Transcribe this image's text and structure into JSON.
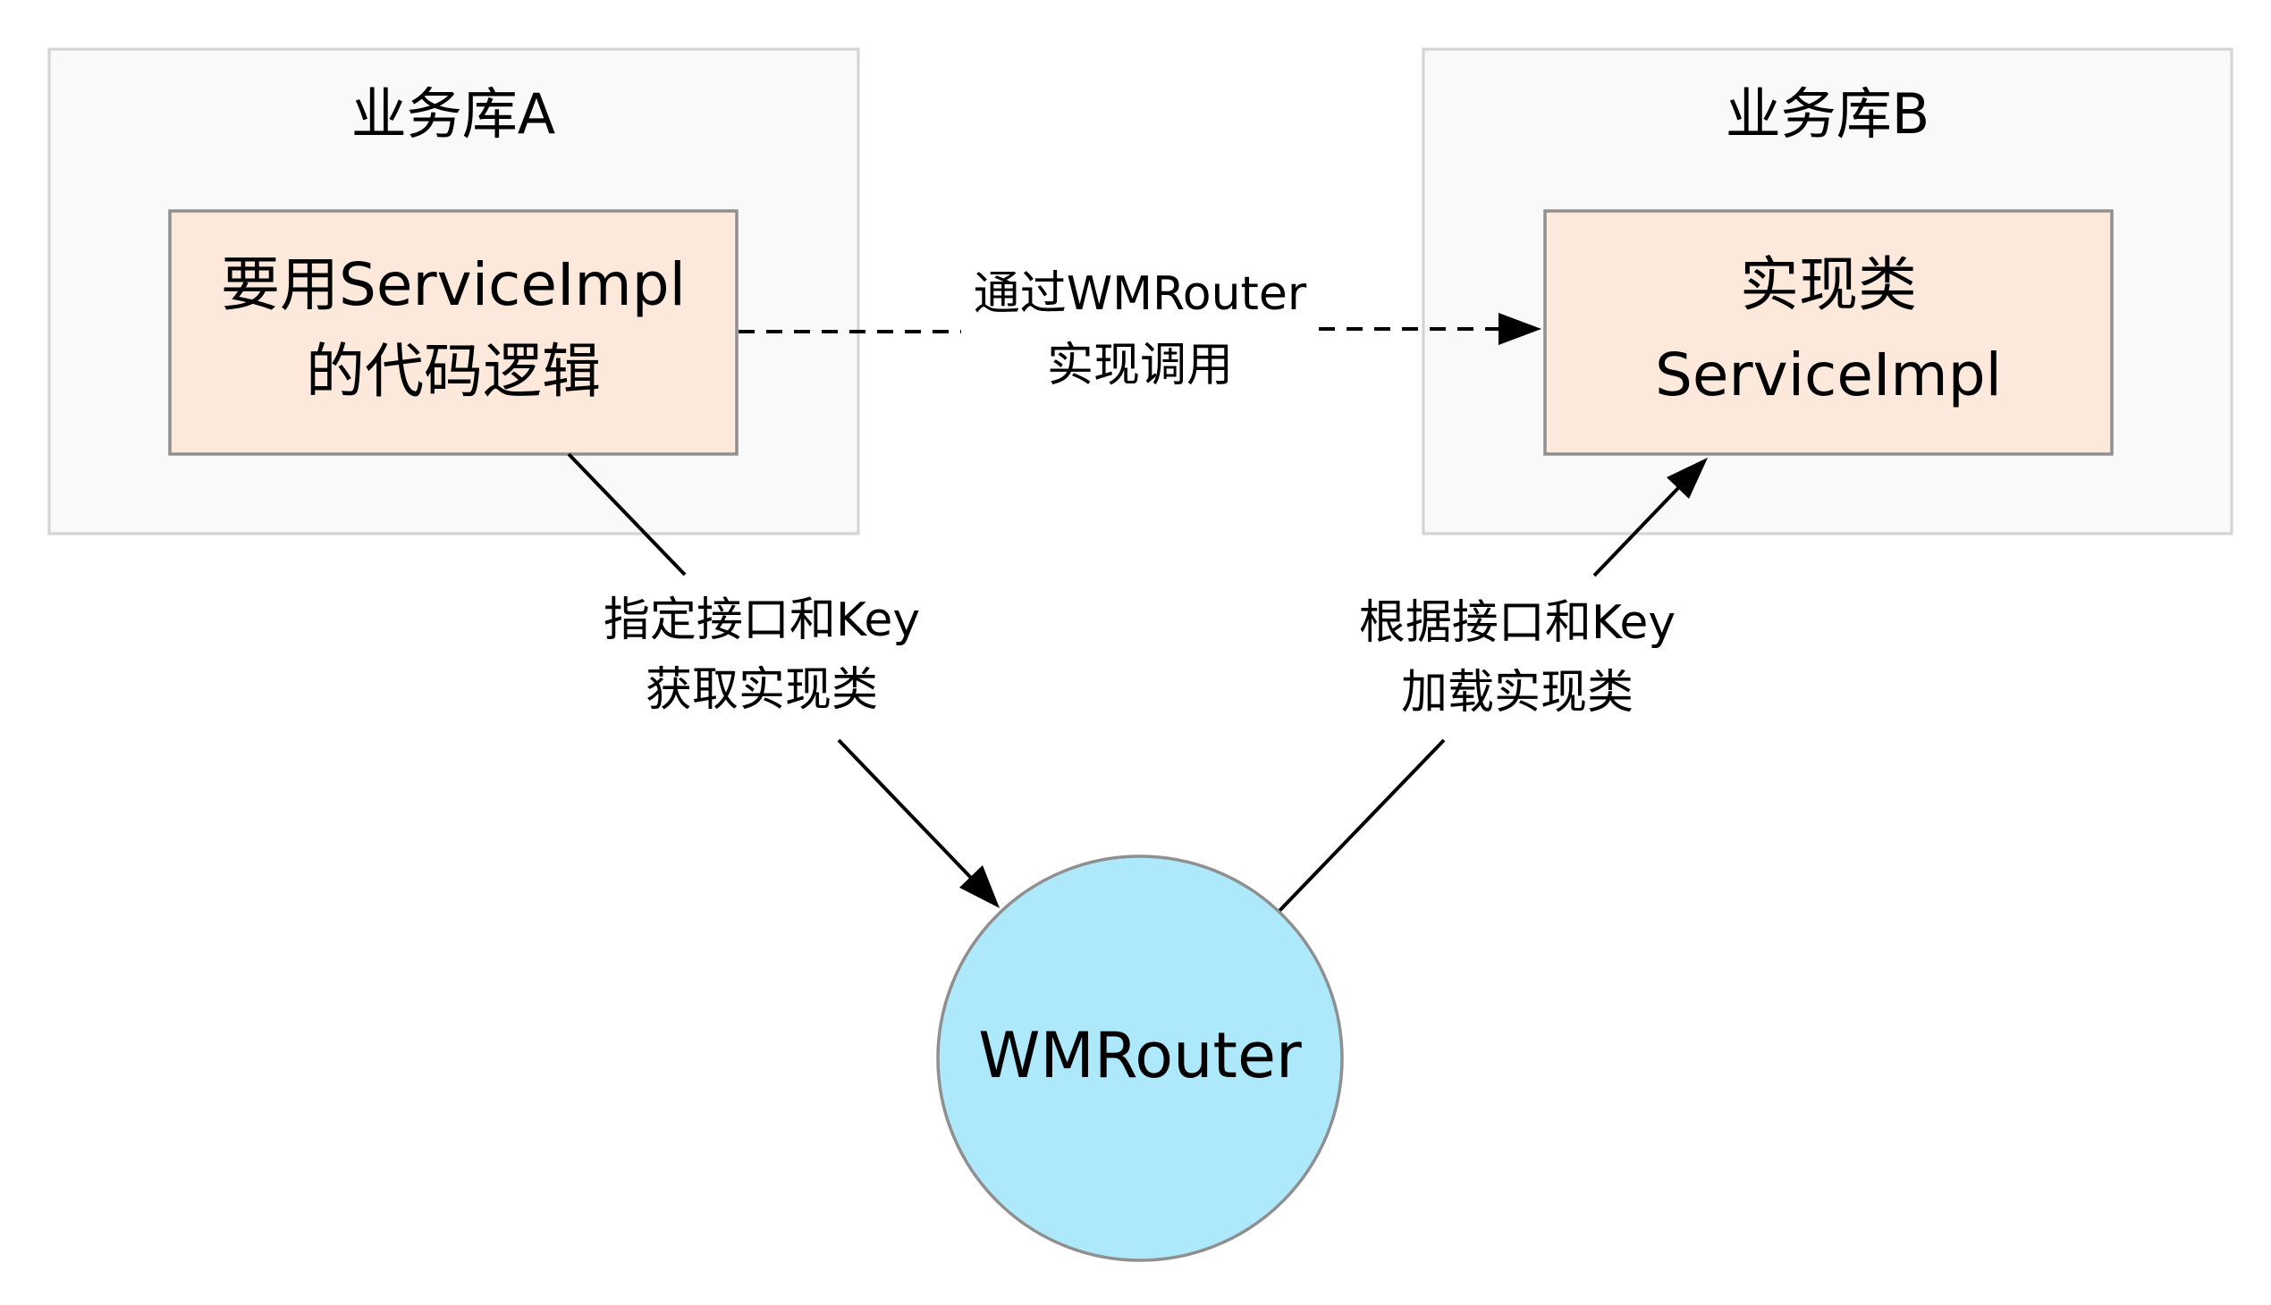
{
  "library_a": {
    "title": "业务库A",
    "caller_box": {
      "line1": "要用ServiceImpl",
      "line2": "的代码逻辑"
    }
  },
  "library_b": {
    "title": "业务库B",
    "impl_box": {
      "line1": "实现类",
      "line2": "ServiceImpl"
    }
  },
  "router": {
    "label": "WMRouter"
  },
  "edges": {
    "call_via_router": {
      "line1": "通过WMRouter",
      "line2": "实现调用"
    },
    "get_impl": {
      "line1": "指定接口和Key",
      "line2": "获取实现类"
    },
    "load_impl": {
      "line1": "根据接口和Key",
      "line2": "加载实现类"
    }
  },
  "colors": {
    "library_fill": "#f9f9f9",
    "library_border": "#d4d4d4",
    "box_fill": "#fde9dc",
    "router_fill": "#ade9fb",
    "border": "#8f8f8f"
  }
}
